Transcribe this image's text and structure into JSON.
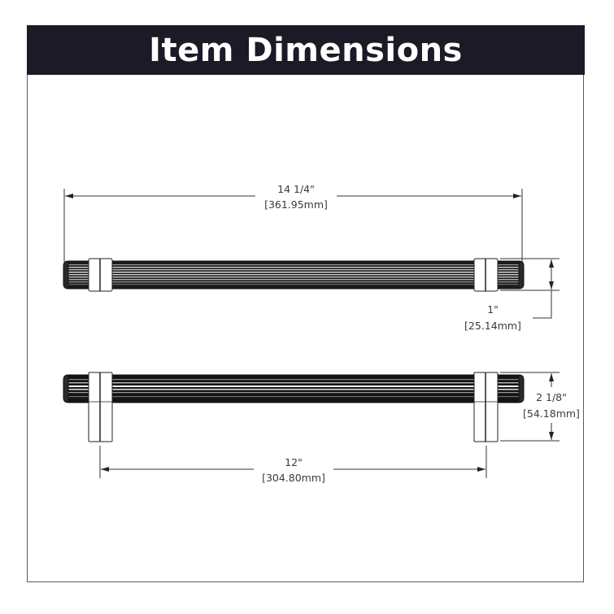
{
  "header": {
    "title": "Item Dimensions"
  },
  "colors": {
    "header_bg": "#1b1a26",
    "header_text": "#ffffff",
    "line": "#333333",
    "frame": "#5a5a5a"
  },
  "views": {
    "top": {
      "label": "top-view-handle",
      "overall_length": {
        "imperial": "14 1/4\"",
        "metric": "[361.95mm]"
      },
      "diameter": {
        "imperial": "1\"",
        "metric": "[25.14mm]"
      }
    },
    "front": {
      "label": "front-view-handle",
      "projection": {
        "imperial": "2 1/8\"",
        "metric": "[54.18mm]"
      },
      "center_to_center": {
        "imperial": "12\"",
        "metric": "[304.80mm]"
      }
    }
  }
}
